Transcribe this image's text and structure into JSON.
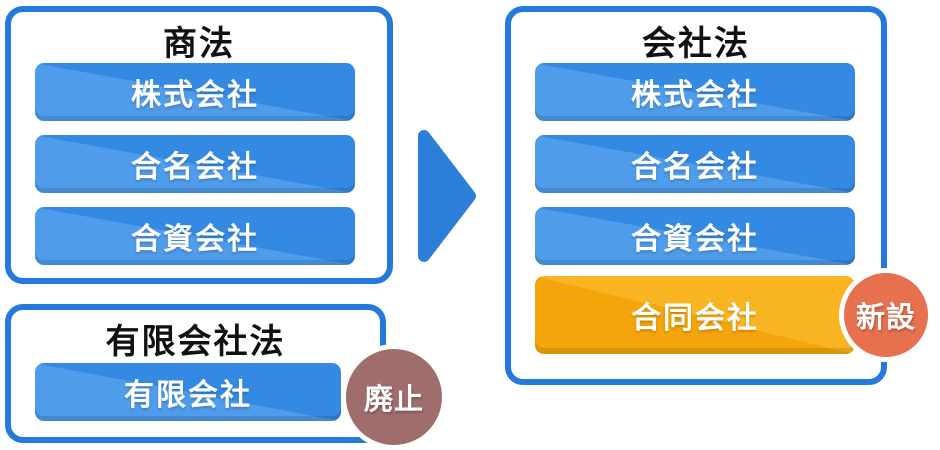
{
  "boxes": {
    "shoho": {
      "title": "商法",
      "items": [
        "株式会社",
        "合名会社",
        "合資会社"
      ]
    },
    "yugen": {
      "title": "有限会社法",
      "items": [
        "有限会社"
      ],
      "badge": "廃止"
    },
    "kaisha": {
      "title": "会社法",
      "items": [
        "株式会社",
        "合名会社",
        "合資会社",
        "合同会社"
      ],
      "badge": "新設"
    }
  },
  "icons": {
    "arrow": "right-arrow"
  },
  "colors": {
    "outline_blue": "#2379dc",
    "bar_blue": "#348ae2",
    "bar_blue_light": "#4f9ceb",
    "bar_orange": "#f3a509",
    "bar_orange_light": "#f9b422",
    "badge_abolished_bg": "#a06d6d",
    "badge_new_bg": "#e7704e",
    "bar_text": "#ffffff",
    "title_text": "#111111"
  }
}
